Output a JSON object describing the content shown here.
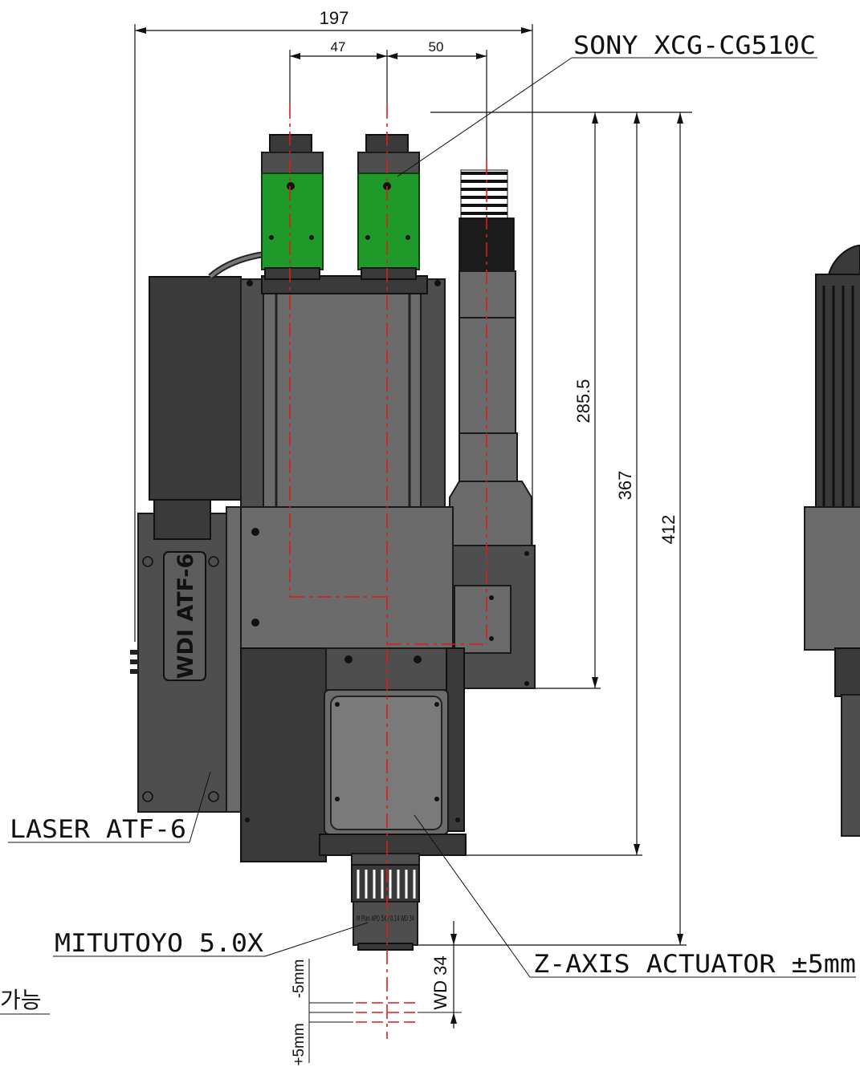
{
  "dimensions": {
    "total_width": "197",
    "cam_offset": "47",
    "lens_offset": "50",
    "h1": "285.5",
    "h2": "367",
    "h3": "412",
    "wd": "WD 34",
    "z_minus": "-5mm",
    "z_plus": "+5mm"
  },
  "callouts": {
    "camera": "SONY XCG-CG510C",
    "laser": "LASER ATF-6",
    "objective": "MITUTOYO 5.0X",
    "actuator": "Z-AXIS ACTUATOR ±5mm",
    "korean_fragment": "가능"
  },
  "device_markings": {
    "laser_plate": "WDI ATF-6",
    "objective_text": "M Plan APO 5X / 0.14 WD 34"
  },
  "colors": {
    "camera_body": "#1f9a2a",
    "housing": "#6b6b6b",
    "centerline": "#e01b1b",
    "ink": "#111111"
  }
}
